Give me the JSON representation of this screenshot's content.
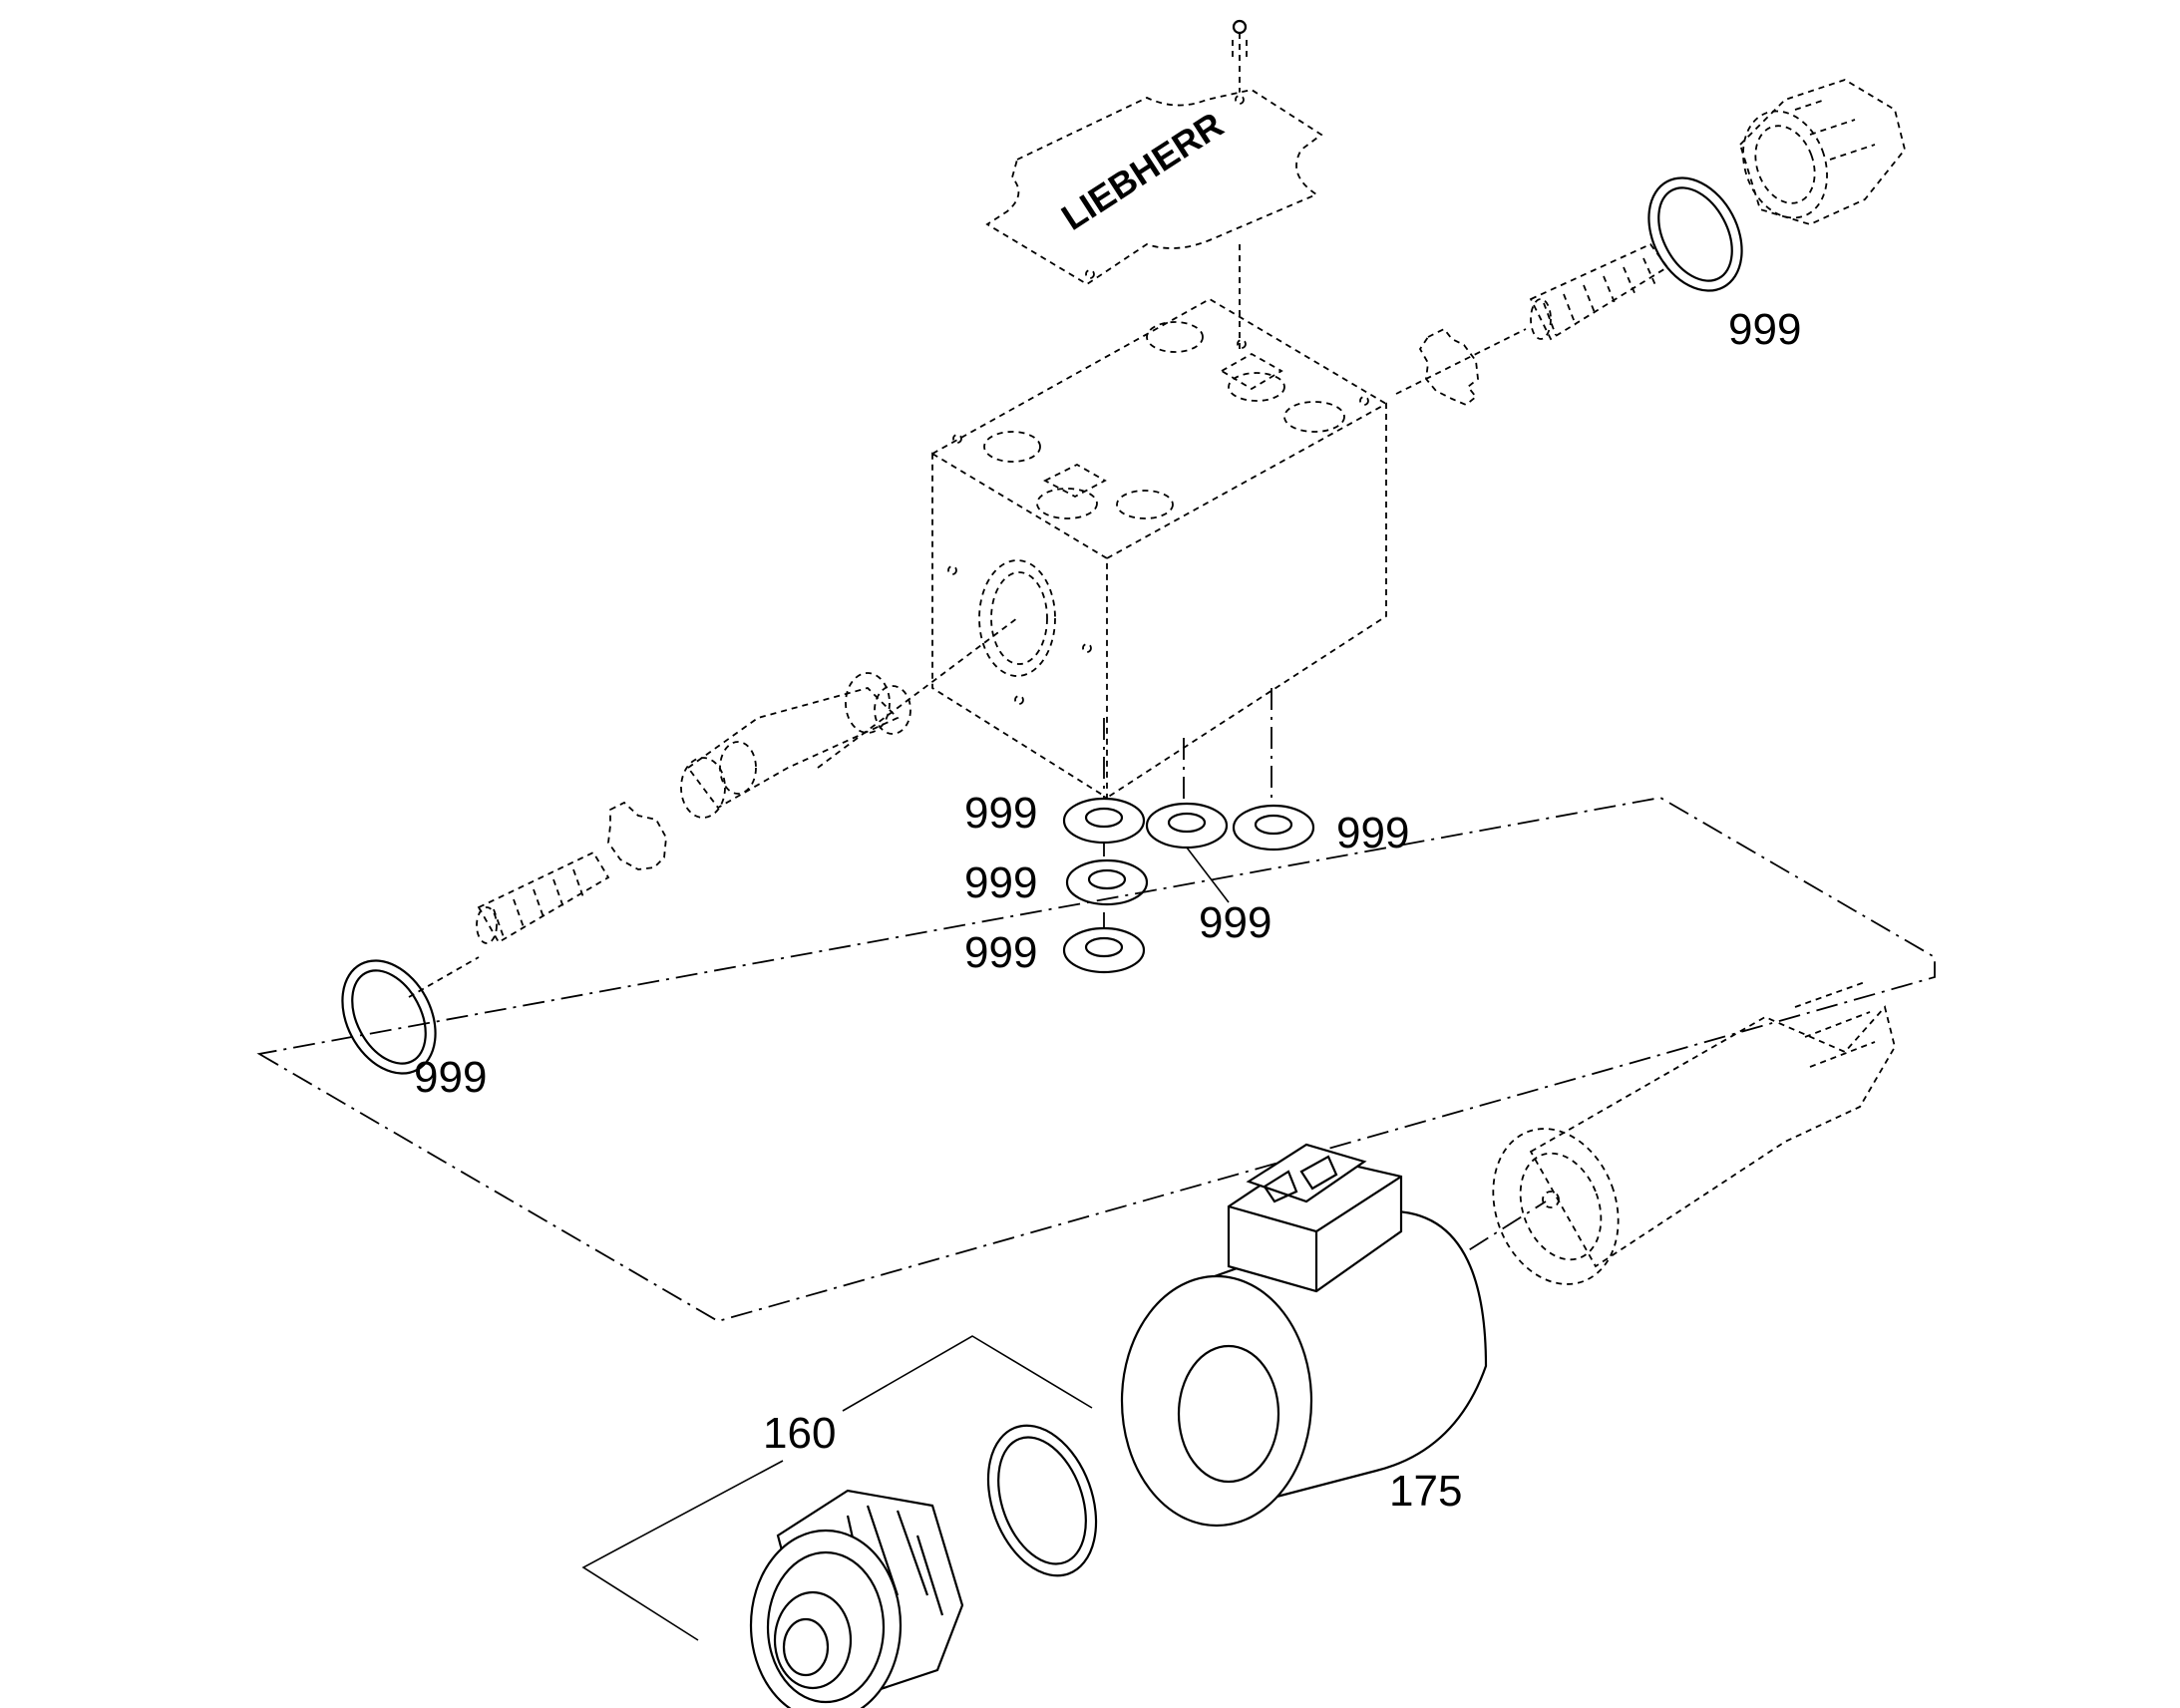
{
  "diagram": {
    "brand_text": "LIEBHERR",
    "callouts": {
      "oring_top_right": "999",
      "washer_left_1": "999",
      "washer_left_2": "999",
      "washer_left_3": "999",
      "washer_right_1": "999",
      "washer_right_2": "999",
      "oring_left": "999",
      "nut_assembly": "160",
      "solenoid_coil": "175"
    }
  }
}
